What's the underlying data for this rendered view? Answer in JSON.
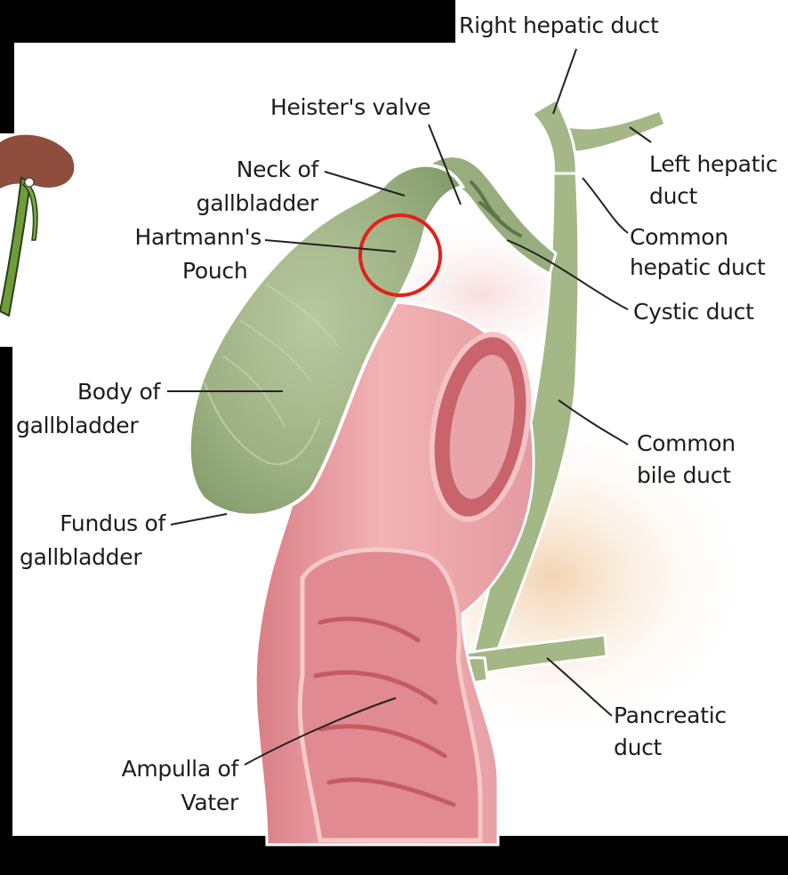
{
  "labels": {
    "right_hepatic_duct": "Right hepatic duct",
    "heisters_valve": "Heister's valve",
    "neck_line1": "Neck of",
    "neck_line2": "gallbladder",
    "hartmann_line1": "Hartmann's",
    "hartmann_line2": "Pouch",
    "left_hepatic_line1": "Left hepatic",
    "left_hepatic_line2": "duct",
    "common_hepatic_line1": "Common",
    "common_hepatic_line2": "hepatic duct",
    "cystic_duct": "Cystic duct",
    "body_line1": "Body of",
    "body_line2": "gallbladder",
    "common_bile_line1": "Common",
    "common_bile_line2": "bile duct",
    "fundus_line1": "Fundus of",
    "fundus_line2": "gallbladder",
    "pancreatic_line1": "Pancreatic",
    "pancreatic_line2": "duct",
    "ampulla_line1": "Ampulla of",
    "ampulla_line2": "Vater"
  },
  "colors": {
    "bile_green": "#a3b886",
    "gallbladder_green": "#98ad7e",
    "intestine_pink": "#e79aa0",
    "intestine_dark": "#c9636c",
    "highlight_circle": "#e32119",
    "leader_line": "#222222",
    "background_black": "#000000"
  }
}
